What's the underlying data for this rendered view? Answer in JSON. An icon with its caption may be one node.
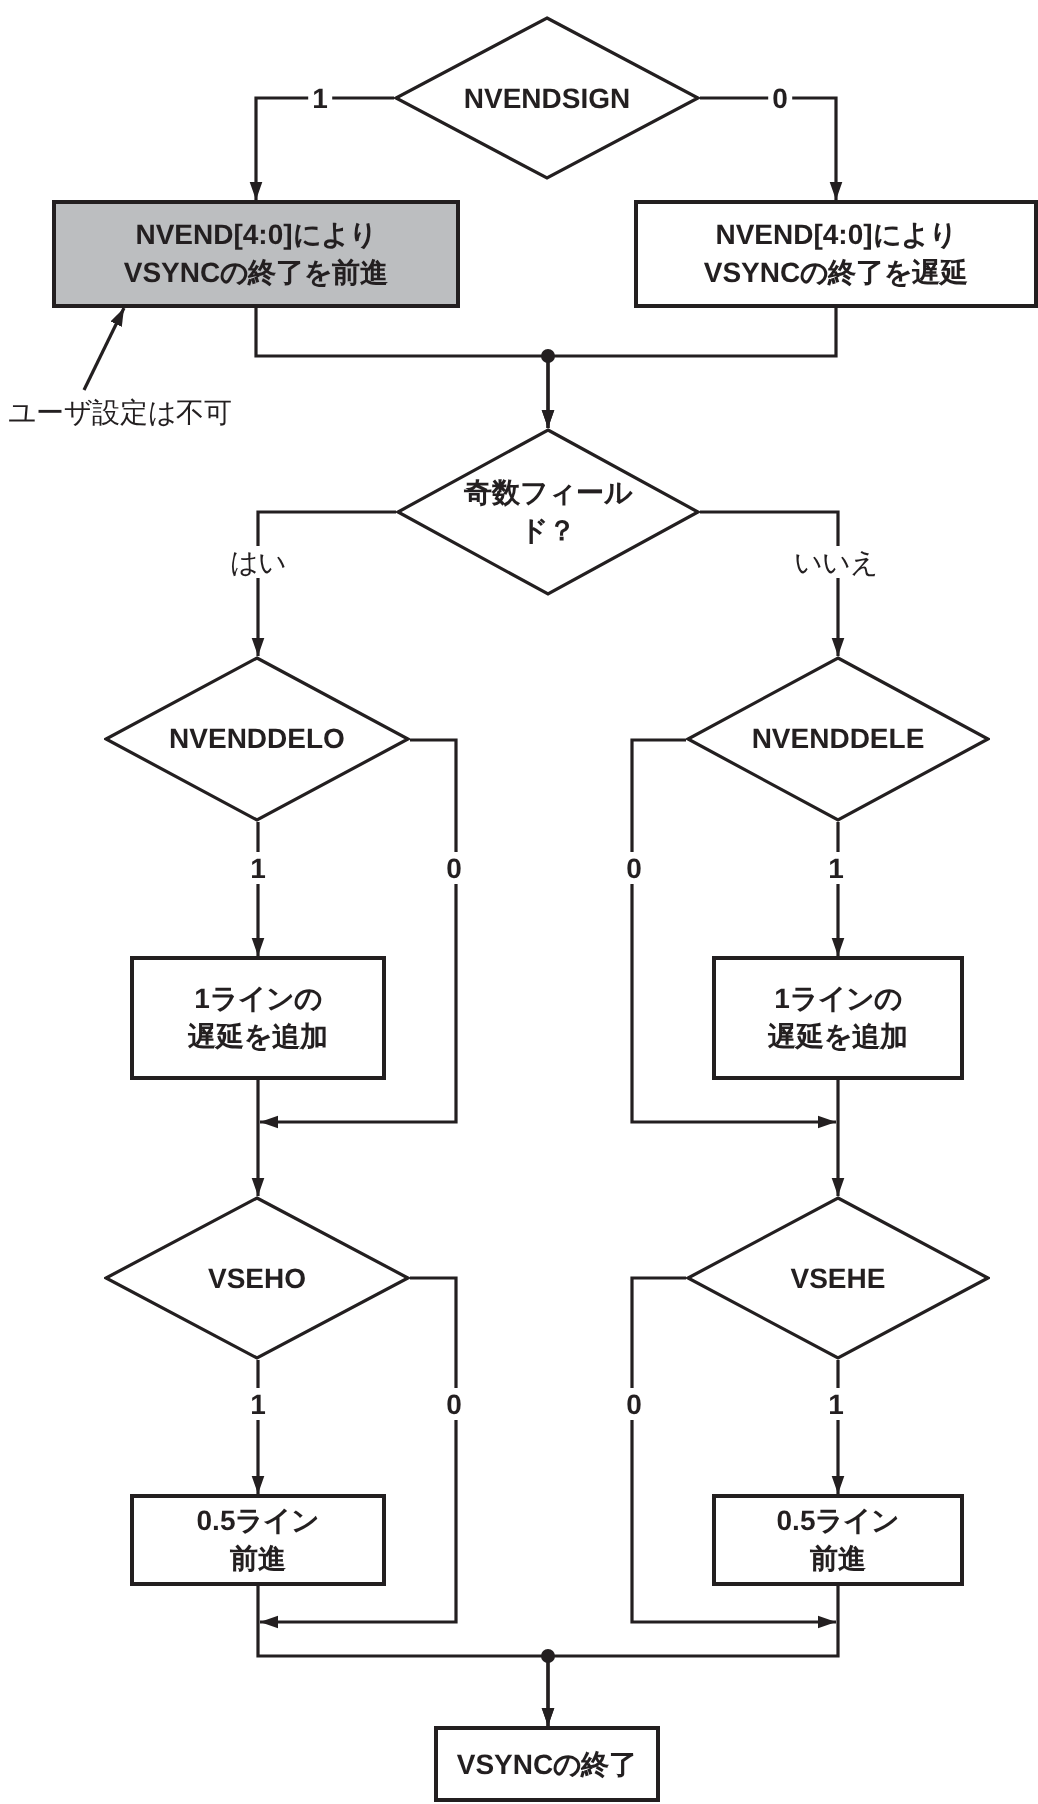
{
  "diagram": {
    "nodes": [
      {
        "text": [
          "NVENDSIGN"
        ]
      },
      {
        "text": [
          "NVEND[4:0]により VSYNCの終了を前進"
        ]
      },
      {
        "text": [
          "NVEND[4:0]により VSYNCの終了を遅延"
        ]
      },
      {
        "text": [
          "ユーザ設定は不可"
        ]
      },
      {
        "text": [
          "奇数フィールド？"
        ]
      },
      {
        "text": [
          "NVENDDELO"
        ]
      },
      {
        "text": [
          "NVENDDELE"
        ]
      },
      {
        "text": [
          "1ラインの遅延を追加"
        ]
      },
      {
        "text": [
          "1ラインの遅延を追加"
        ]
      },
      {
        "text": [
          "VSEHO"
        ]
      },
      {
        "text": [
          "VSEHE"
        ]
      },
      {
        "text": [
          "0.5ライン前進"
        ]
      },
      {
        "text": [
          "0.5ライン前進"
        ]
      },
      {
        "text": [
          "VSYNCの終了"
        ]
      }
    ],
    "edges": [
      {
        "from": 0,
        "to": 1,
        "arrow": "to",
        "label": "1"
      },
      {
        "from": 0,
        "to": 2,
        "arrow": "to",
        "label": "0"
      },
      {
        "from": 3,
        "to": 1,
        "arrow": "to"
      },
      {
        "from": 1,
        "to": 4,
        "arrow": "to"
      },
      {
        "from": 2,
        "to": 4,
        "arrow": "to"
      },
      {
        "from": 4,
        "to": 5,
        "arrow": "to",
        "label": "はい"
      },
      {
        "from": 4,
        "to": 6,
        "arrow": "to",
        "label": "いいえ"
      },
      {
        "from": 5,
        "to": 7,
        "arrow": "to",
        "label": "1"
      },
      {
        "from": 6,
        "to": 8,
        "arrow": "to",
        "label": "1"
      },
      {
        "from": 5,
        "to": 9,
        "arrow": "to",
        "label": "0"
      },
      {
        "from": 7,
        "to": 9,
        "arrow": "to"
      },
      {
        "from": 6,
        "to": 10,
        "arrow": "to",
        "label": "0"
      },
      {
        "from": 8,
        "to": 10,
        "arrow": "to"
      },
      {
        "from": 9,
        "to": 11,
        "arrow": "to",
        "label": "1"
      },
      {
        "from": 10,
        "to": 12,
        "arrow": "to",
        "label": "1"
      },
      {
        "from": 9,
        "to": 13,
        "arrow": "to",
        "label": "0"
      },
      {
        "from": 11,
        "to": 13,
        "arrow": "to"
      },
      {
        "from": 10,
        "to": 13,
        "arrow": "to",
        "label": "0"
      },
      {
        "from": 12,
        "to": 13,
        "arrow": "to"
      }
    ]
  }
}
